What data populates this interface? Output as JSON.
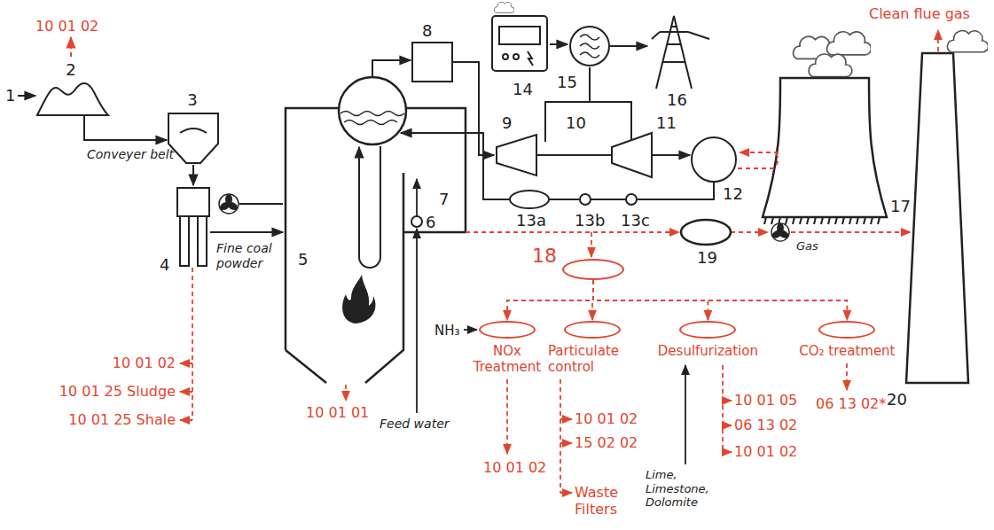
{
  "diagram": {
    "nodes": [
      {
        "text": [
          "18"
        ]
      },
      {
        "text": [
          "NOx Treatment"
        ]
      },
      {
        "text": [
          "Particulate control"
        ]
      },
      {
        "text": [
          "Desulfurization"
        ]
      },
      {
        "text": [
          "CO₂ treatment"
        ]
      }
    ],
    "edges": [
      {
        "from": 0,
        "to": 1,
        "arrow": "to"
      },
      {
        "from": 0,
        "to": 2,
        "arrow": "to"
      },
      {
        "from": 0,
        "to": 3,
        "arrow": "to"
      },
      {
        "from": 0,
        "to": 4,
        "arrow": "to"
      }
    ],
    "labels": [
      "10 01 02",
      "1",
      "2",
      "Conveyer belt",
      "3",
      "4",
      "Fine coal powder",
      "10 01 02",
      "10 01 25 Sludge",
      "10 01 25 Shale",
      "5",
      "10 01 01",
      "6",
      "Feed water",
      "7",
      "8",
      "9",
      "10",
      "11",
      "12",
      "13a",
      "13b",
      "13c",
      "14",
      "15",
      "16",
      "17",
      "NH₃",
      "10 01 02",
      "10 01 02",
      "15 02 02",
      "Waste Filters",
      "Lime, Limestone, Dolomite",
      "10 01 05",
      "06 13 02",
      "10 01 02",
      "06 13 02*",
      "19",
      "Gas",
      "20",
      "Clean flue gas"
    ]
  }
}
